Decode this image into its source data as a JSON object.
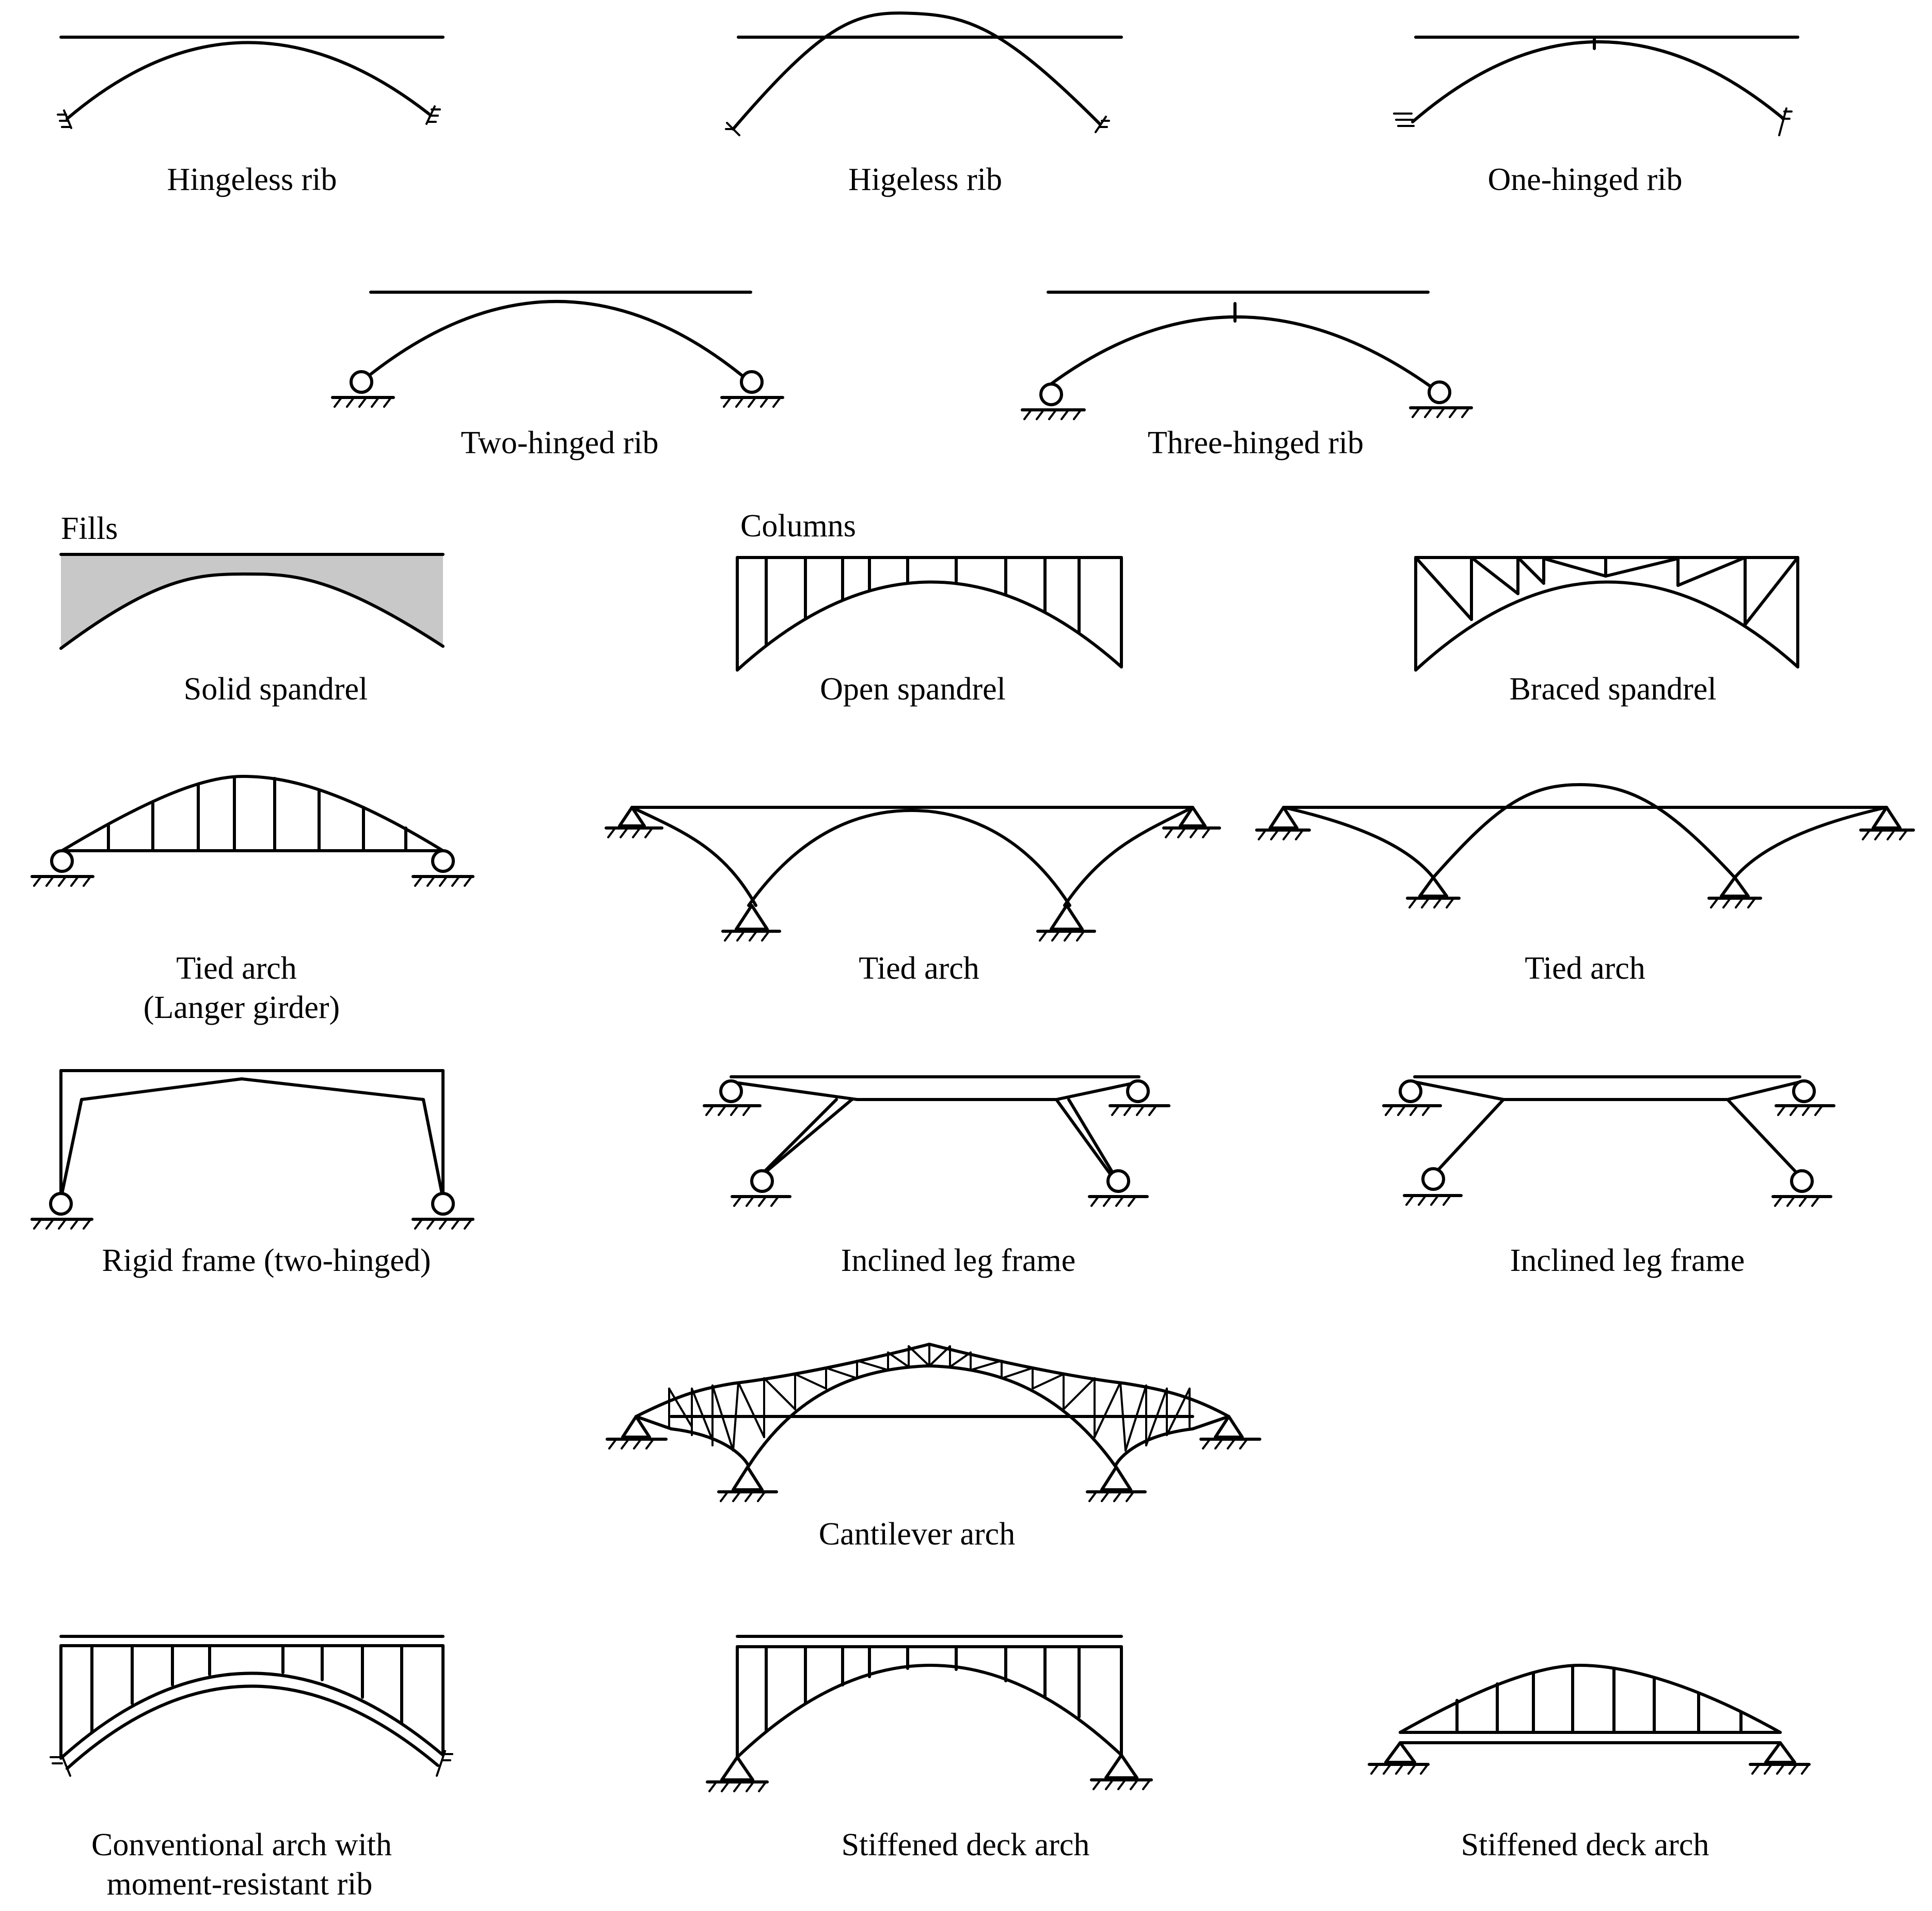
{
  "figure": {
    "captions": {
      "hingeless_rib_1": "Hingeless rib",
      "hingeless_rib_2": "Higeless rib",
      "one_hinged_rib": "One-hinged rib",
      "two_hinged_rib": "Two-hinged rib",
      "three_hinged_rib": "Three-hinged rib",
      "solid_spandrel": "Solid spandrel",
      "open_spandrel": "Open spandrel",
      "braced_spandrel": "Braced spandrel",
      "tied_arch_langer_1": "Tied arch",
      "tied_arch_langer_2": "(Langer girder)",
      "tied_arch_2": "Tied arch",
      "tied_arch_3": "Tied arch",
      "rigid_frame": "Rigid frame (two-hinged)",
      "inclined_leg_frame_1": "Inclined leg frame",
      "inclined_leg_frame_2": "Inclined leg frame",
      "cantilever_arch": "Cantilever arch",
      "conventional_arch_1": "Conventional arch with",
      "conventional_arch_2": "moment-resistant rib",
      "stiffened_deck_arch_1": "Stiffened deck arch",
      "stiffened_deck_arch_2": "Stiffened deck arch"
    },
    "labels": {
      "fills": "Fills",
      "columns": "Columns"
    }
  }
}
